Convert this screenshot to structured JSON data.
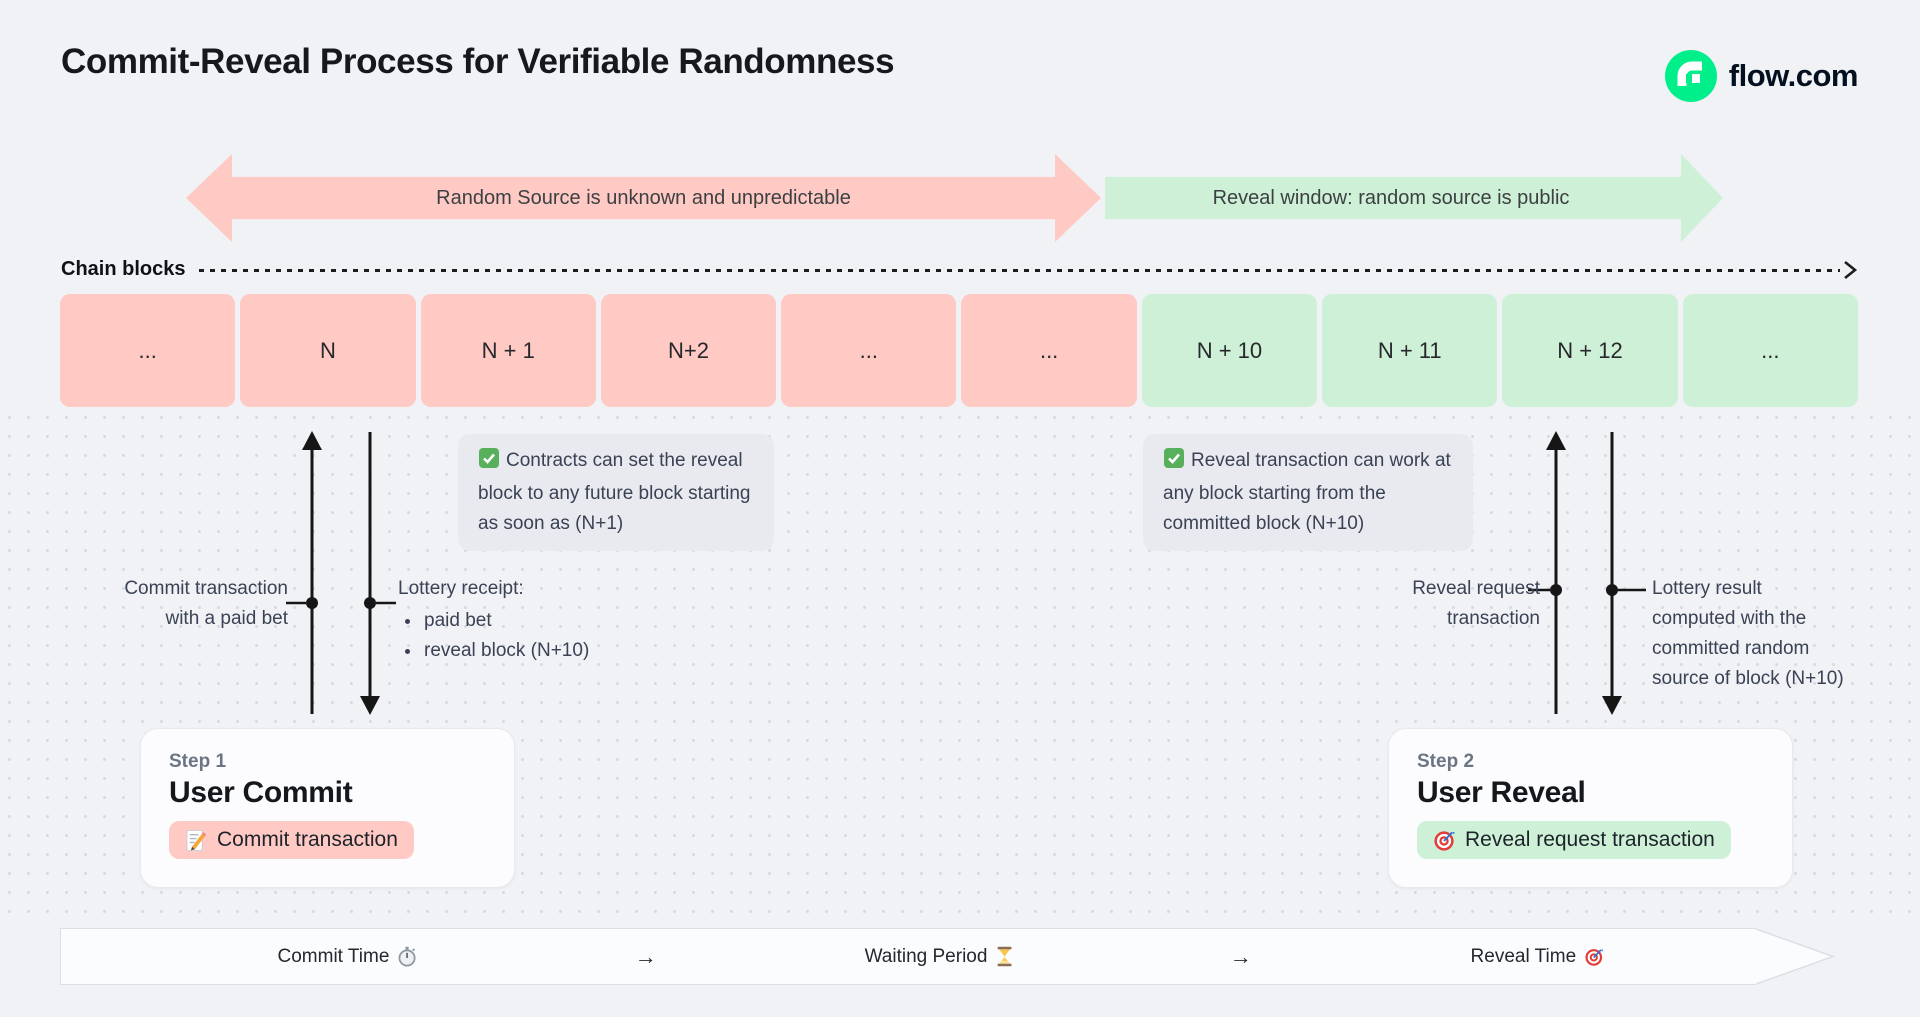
{
  "title": "Commit-Reveal Process for Verifiable Randomness",
  "brand": {
    "label": "flow.com",
    "icon": "flow-logo",
    "color": "#00ef8b"
  },
  "phase_arrows": {
    "commit": {
      "label": "Random Source is unknown and unpredictable",
      "color": "#ffc9c4"
    },
    "reveal": {
      "label": "Reveal window: random source is public",
      "color": "#cdf0d6"
    }
  },
  "chain": {
    "label": "Chain blocks",
    "blocks": [
      {
        "label": "...",
        "phase": "commit"
      },
      {
        "label": "N",
        "phase": "commit"
      },
      {
        "label": "N + 1",
        "phase": "commit"
      },
      {
        "label": "N+2",
        "phase": "commit"
      },
      {
        "label": "...",
        "phase": "commit"
      },
      {
        "label": "...",
        "phase": "commit"
      },
      {
        "label": "N + 10",
        "phase": "reveal"
      },
      {
        "label": "N + 11",
        "phase": "reveal"
      },
      {
        "label": "N + 12",
        "phase": "reveal"
      },
      {
        "label": "...",
        "phase": "reveal"
      }
    ]
  },
  "notes": [
    {
      "icon": "check-icon",
      "text": "Contracts can set the reveal block to any future block starting as soon as (N+1)"
    },
    {
      "icon": "check-icon",
      "text": "Reveal transaction can work at any block starting from the committed block (N+10)"
    }
  ],
  "annotations": {
    "commit_tx": {
      "lines": [
        "Commit transaction",
        "with a paid bet"
      ]
    },
    "lottery_receipt": {
      "title": "Lottery receipt:",
      "items": [
        "paid bet",
        "reveal block (N+10)"
      ]
    },
    "reveal_request": {
      "lines": [
        "Reveal request",
        "transaction"
      ]
    },
    "lottery_result": {
      "lines": [
        "Lottery result",
        "computed with the",
        "committed random",
        "source of block (N+10)"
      ]
    }
  },
  "steps": [
    {
      "step": "Step 1",
      "title": "User Commit",
      "action": "Commit transaction",
      "icon": "memo-icon"
    },
    {
      "step": "Step 2",
      "title": "User Reveal",
      "action": "Reveal request transaction",
      "icon": "target-icon"
    }
  ],
  "timeline": {
    "items": [
      {
        "label": "Commit Time",
        "icon": "stopwatch-icon"
      },
      {
        "label": "→"
      },
      {
        "label": "Waiting Period",
        "icon": "hourglass-icon"
      },
      {
        "label": "→"
      },
      {
        "label": "Reveal Time",
        "icon": "target-icon"
      }
    ]
  },
  "colors": {
    "background": "#f0f2f6",
    "commit_pink": "#ffc9c4",
    "reveal_green": "#cdf0d6",
    "note_gray": "#e8eaf0",
    "slate_text": "#3a4254",
    "brand_green": "#00ef8b"
  }
}
